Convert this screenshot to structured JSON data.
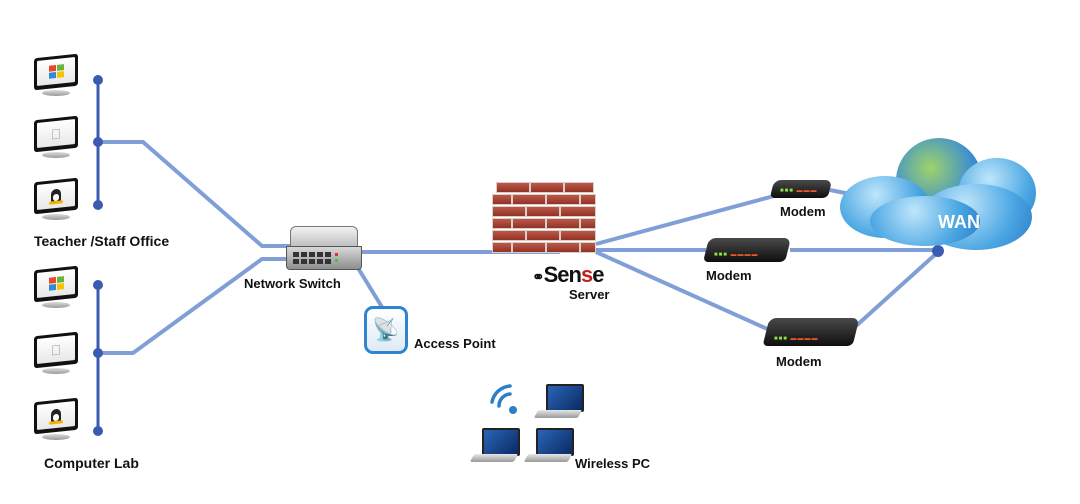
{
  "diagram": {
    "title": "School network topology",
    "link_color": "#7f9fd6",
    "bus_color": "#3a5bb0",
    "groups": [
      {
        "id": "teacher-office",
        "label": "Teacher /Staff Office",
        "computers": [
          {
            "os": "Windows",
            "icon": "windows-logo-icon"
          },
          {
            "os": "Mac",
            "icon": "apple-logo-icon"
          },
          {
            "os": "Linux",
            "icon": "linux-tux-icon"
          }
        ]
      },
      {
        "id": "computer-lab",
        "label": "Computer Lab",
        "computers": [
          {
            "os": "Windows",
            "icon": "windows-logo-icon"
          },
          {
            "os": "Mac",
            "icon": "apple-logo-icon"
          },
          {
            "os": "Linux",
            "icon": "linux-tux-icon"
          }
        ]
      }
    ],
    "network_switch": {
      "label": "Network Switch",
      "icon": "network-switch-icon"
    },
    "access_point": {
      "label": "Access Point",
      "icon": "access-point-icon"
    },
    "firewall": {
      "icon": "firewall-brick-wall-icon",
      "brand_prefix": "Sen",
      "brand_highlight": "s",
      "brand_suffix": "e",
      "brand_highlight_color": "#c0221b",
      "label": "Server"
    },
    "modems": [
      {
        "label": "Modem"
      },
      {
        "label": "Modem"
      },
      {
        "label": "Modem"
      }
    ],
    "wan": {
      "label": "WAN",
      "icon": "cloud-globe-icon"
    },
    "wireless": {
      "label": "Wireless PC",
      "icon": "wifi-icon",
      "laptop_count": 3
    }
  }
}
